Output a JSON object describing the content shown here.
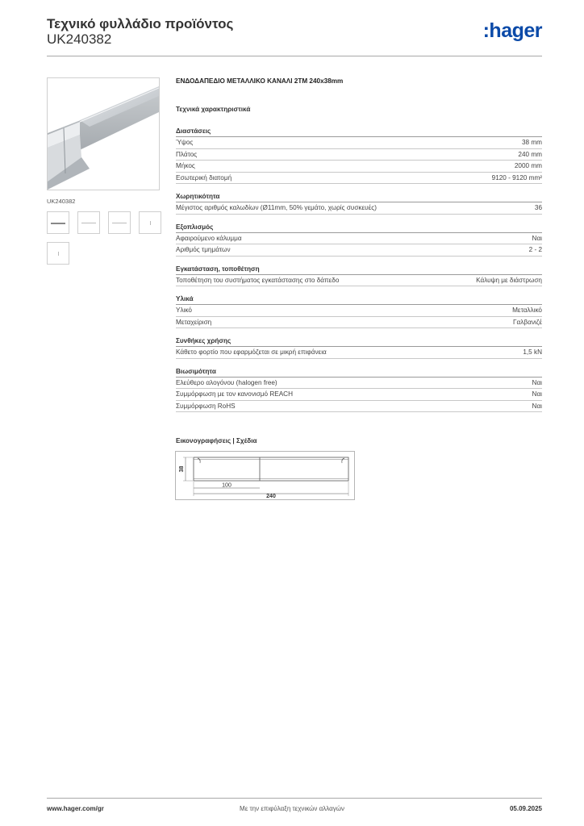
{
  "header": {
    "title": "Τεχνικό φυλλάδιο προϊόντος",
    "code": "UK240382",
    "logo": ":hager"
  },
  "product": {
    "image_label": "UK240382",
    "name": "ΕΝΔΟΔΑΠΕΔΙΟ ΜΕΤΑΛΛΙΚΟ ΚΑΝΑΛΙ 2ΤΜ 240x38mm"
  },
  "tech_heading": "Τεχνικά χαρακτηριστικά",
  "sections": [
    {
      "title": "Διαστάσεις",
      "rows": [
        {
          "label": "Ύψος",
          "value": "38 mm"
        },
        {
          "label": "Πλάτος",
          "value": "240 mm"
        },
        {
          "label": "Μήκος",
          "value": "2000 mm"
        },
        {
          "label": "Εσωτερική διατομή",
          "value": "9120 - 9120 mm²"
        }
      ]
    },
    {
      "title": "Χωρητικότητα",
      "rows": [
        {
          "label": "Μέγιστος αριθμός καλωδίων (Ø11mm, 50% γεμάτο, χωρίς συσκευές)",
          "value": "36"
        }
      ]
    },
    {
      "title": "Εξοπλισμός",
      "rows": [
        {
          "label": "Αφαιρούμενο κάλυμμα",
          "value": "Ναι"
        },
        {
          "label": "Αριθμός τμημάτων",
          "value": "2 - 2"
        }
      ]
    },
    {
      "title": "Εγκατάσταση, τοποθέτηση",
      "rows": [
        {
          "label": "Τοποθέτηση του συστήματος εγκατάστασης στο δάπεδο",
          "value": "Κάλυψη με διάστρωση"
        }
      ]
    },
    {
      "title": "Υλικά",
      "rows": [
        {
          "label": "Υλικό",
          "value": "Μεταλλικό"
        },
        {
          "label": "Μεταχείριση",
          "value": "Γαλβανιζέ"
        }
      ]
    },
    {
      "title": "Συνθήκες χρήσης",
      "rows": [
        {
          "label": "Κάθετο φορτίο που εφαρμόζεται σε μικρή επιφάνεια",
          "value": "1,5 kN"
        }
      ]
    },
    {
      "title": "Βιωσιμότητα",
      "rows": [
        {
          "label": "Ελεύθερο αλογόνου (halogen free)",
          "value": "Ναι"
        },
        {
          "label": "Συμμόρφωση με τον κανονισμό REACH",
          "value": "Ναι"
        },
        {
          "label": "Συμμόρφωση RoHS",
          "value": "Ναι"
        }
      ]
    }
  ],
  "illustrations": {
    "heading": "Εικονογραφήσεις | Σχέδια",
    "dim_height": "38",
    "dim_partial": "100",
    "dim_width": "240"
  },
  "footer": {
    "website": "www.hager.com/gr",
    "note": "Με την επιφύλαξη τεχνικών αλλαγών",
    "date": "05.09.2025"
  },
  "colors": {
    "brand": "#0b4aa8"
  }
}
